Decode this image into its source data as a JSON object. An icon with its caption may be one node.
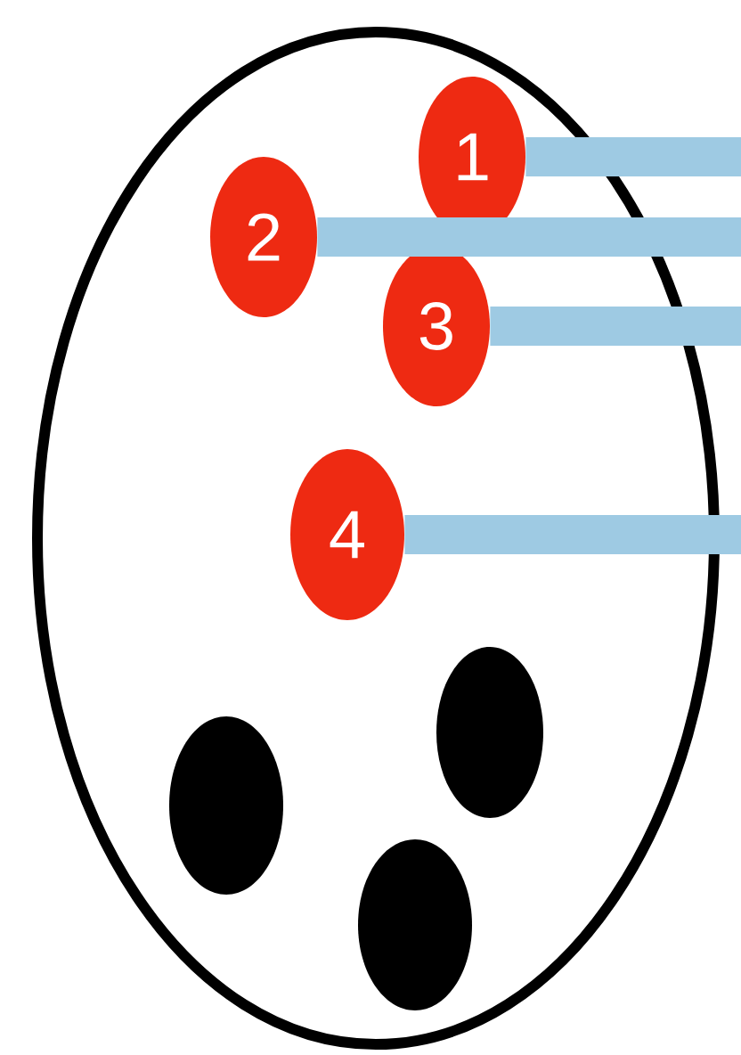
{
  "diagram": {
    "nodes": [
      {
        "text": [],
        "shape": "circle"
      },
      {
        "text": [
          "1"
        ],
        "in": 0
      },
      {
        "text": [
          "2"
        ],
        "in": 0
      },
      {
        "text": [
          "3"
        ],
        "in": 0
      },
      {
        "text": [
          "4"
        ],
        "in": 0
      },
      {
        "text": [],
        "shape": "circle",
        "in": 0
      },
      {
        "text": [],
        "shape": "circle",
        "in": 0
      },
      {
        "text": [],
        "shape": "circle",
        "in": 0
      }
    ],
    "edges": [
      {
        "from": 1,
        "to": null,
        "arrow": "none"
      },
      {
        "from": 2,
        "to": null,
        "arrow": "none"
      },
      {
        "from": 3,
        "to": null,
        "arrow": "none"
      },
      {
        "from": 4,
        "to": null,
        "arrow": "none"
      }
    ]
  }
}
